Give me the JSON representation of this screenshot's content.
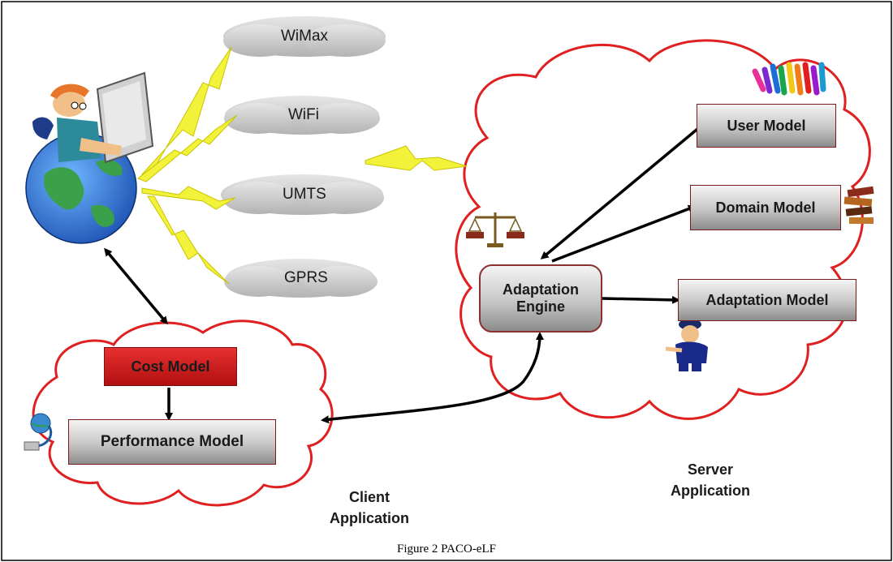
{
  "networks": [
    "WiMax",
    "WiFi",
    "UMTS",
    "GPRS"
  ],
  "server": {
    "user_model": "User Model",
    "domain_model": "Domain Model",
    "adaptation_model": "Adaptation Model",
    "engine_line1": "Adaptation",
    "engine_line2": "Engine",
    "label_line1": "Server",
    "label_line2": "Application"
  },
  "client": {
    "cost_model": "Cost Model",
    "performance_model": "Performance Model",
    "label_line1": "Client",
    "label_line2": "Application"
  },
  "caption": "Figure 2 PACO-eLF",
  "icons": [
    "user-laptop-globe-icon",
    "people-group-icon",
    "books-icon",
    "scales-icon",
    "police-officer-icon",
    "network-cable-icon"
  ],
  "colors": {
    "cloud_outline": "#e02020",
    "arrow": "#000000",
    "lightning": "#f2f23a",
    "cost_box": "#d81818"
  }
}
